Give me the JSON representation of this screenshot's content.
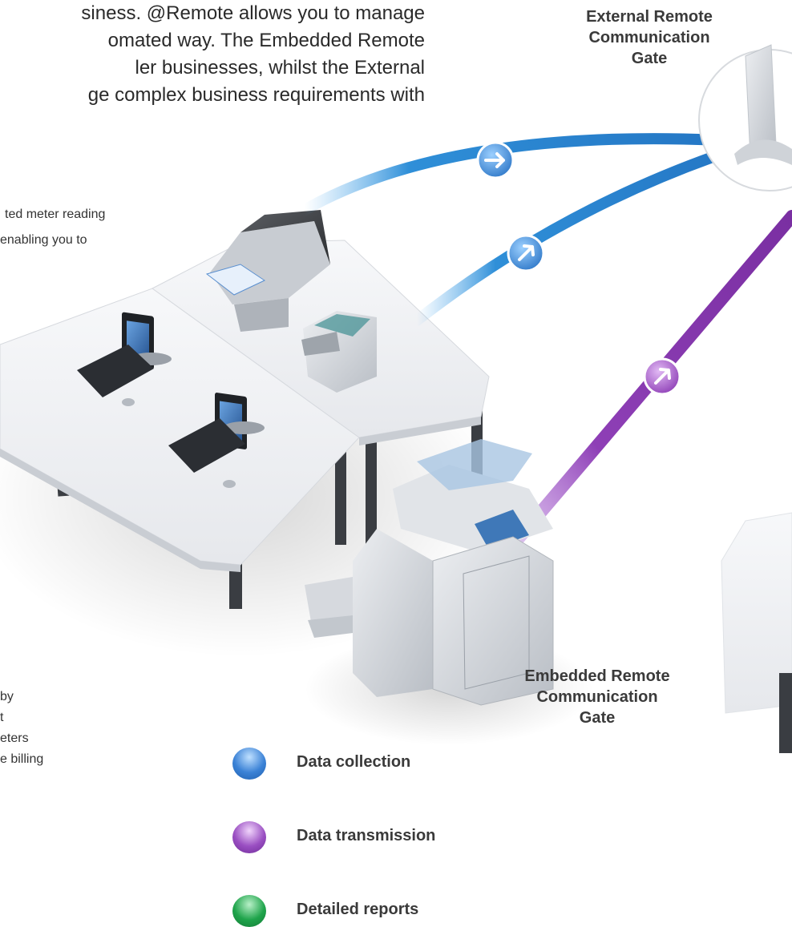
{
  "intro": {
    "lines": [
      "siness. @Remote allows you to manage",
      "omated way. The Embedded Remote",
      "ler businesses, whilst the External",
      "ge complex business requirements with"
    ]
  },
  "side_notes": {
    "top": [
      "ted meter reading",
      "enabling you to"
    ],
    "bottom": [
      "by",
      "t",
      "eters",
      "e billing"
    ]
  },
  "gates": {
    "external": [
      "External Remote",
      "Communication",
      "Gate"
    ],
    "embedded": [
      "Embedded Remote",
      "Communication",
      "Gate"
    ]
  },
  "legend": [
    {
      "label": "Data collection",
      "color": "#3b82d6"
    },
    {
      "label": "Data transmission",
      "color": "#9a4fc2"
    },
    {
      "label": "Detailed reports",
      "color": "#1fa44b"
    }
  ],
  "colors": {
    "collection_path": "#2f8fd8",
    "transmission_path": "#8e3fb6"
  },
  "icons": {
    "arrow_badge": "arrow-right-icon"
  }
}
